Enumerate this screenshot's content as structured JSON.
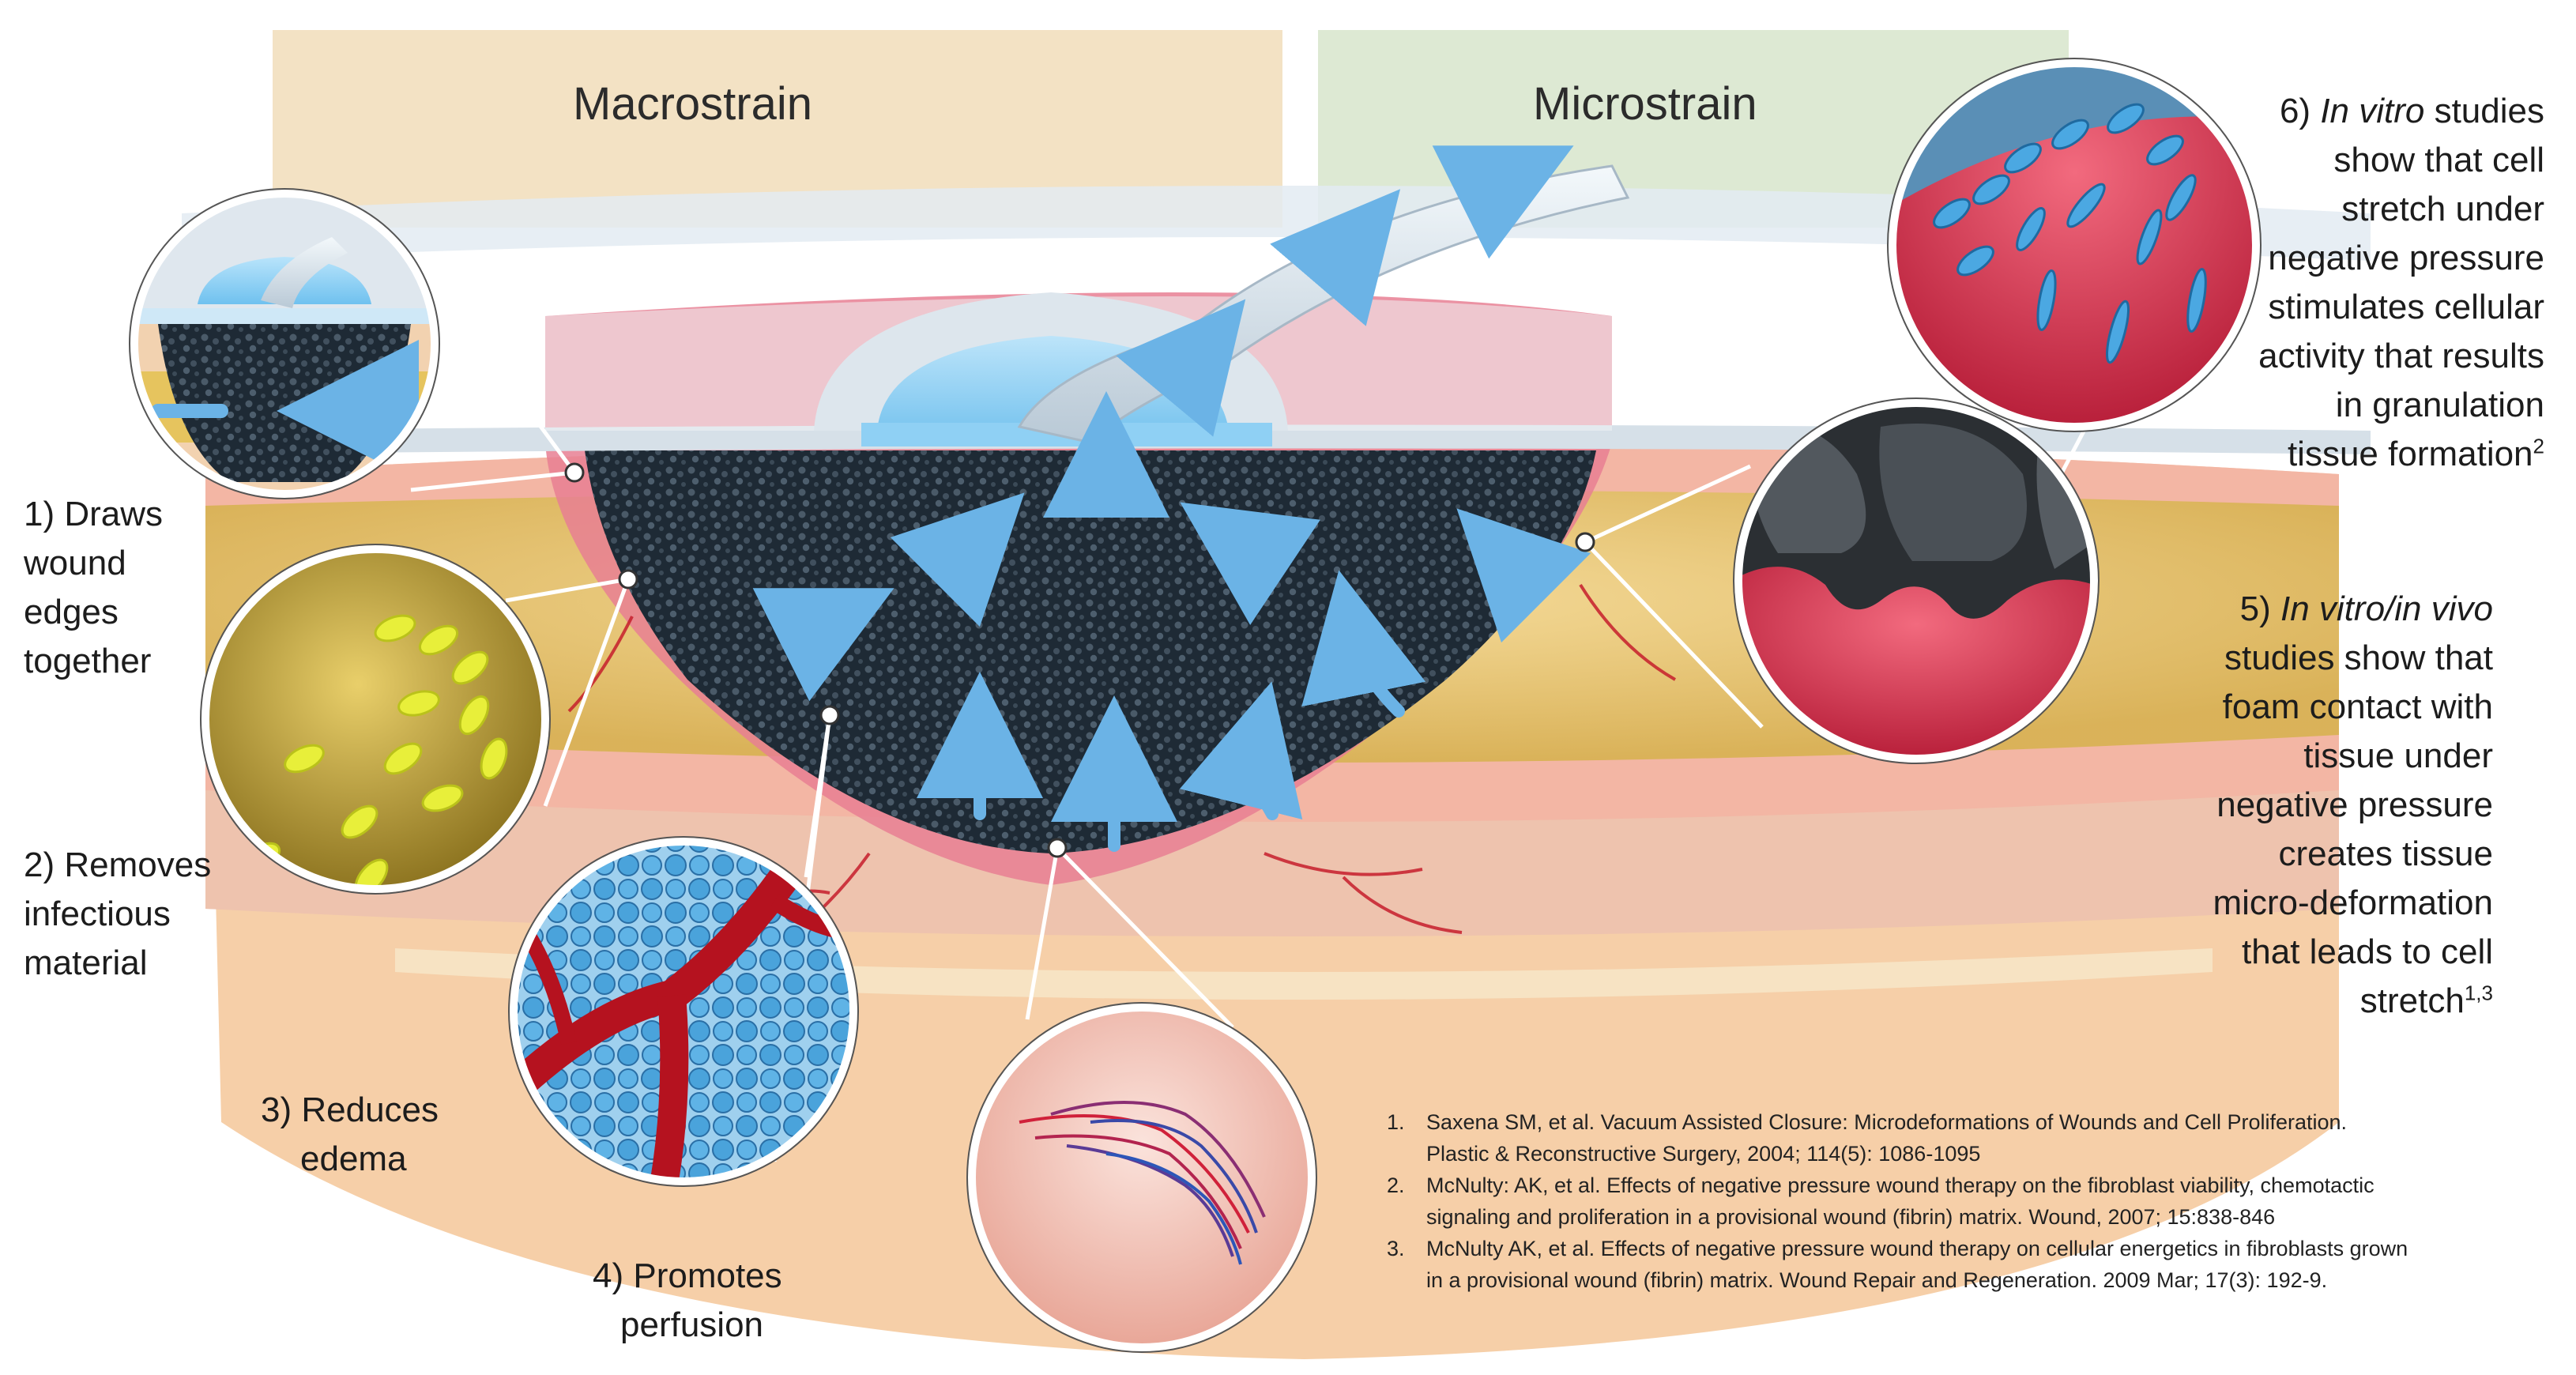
{
  "headers": {
    "left": "Macrostrain",
    "right": "Microstrain"
  },
  "callouts": [
    {
      "id": "1",
      "lines": [
        "1) Draws",
        "wound",
        "edges",
        "together"
      ]
    },
    {
      "id": "2",
      "lines": [
        "2) Removes",
        "infectious",
        "material"
      ]
    },
    {
      "id": "3",
      "lines": [
        "3) Reduces",
        "edema"
      ]
    },
    {
      "id": "4",
      "lines": [
        "4) Promotes",
        "perfusion"
      ]
    },
    {
      "id": "5",
      "prefix": "5) ",
      "italic": "In vitro/in vivo",
      "lines": [
        "studies show that",
        "foam contact with",
        "tissue under",
        "negative pressure",
        "creates tissue",
        "micro-deformation",
        "that leads to cell"
      ],
      "last": "stretch",
      "sup": "1,3"
    },
    {
      "id": "6",
      "prefix": "6) ",
      "italic": "In vitro",
      "suffix": " studies",
      "lines": [
        "show that cell",
        "stretch under",
        "negative pressure",
        "stimulates cellular",
        "activity that results",
        "in granulation"
      ],
      "last": "tissue formation",
      "sup": "2"
    }
  ],
  "references": [
    {
      "n": "1.",
      "lines": [
        "Saxena SM, et al. Vacuum Assisted Closure: Microdeformations of Wounds and Cell Proliferation.",
        "Plastic & Reconstructive Surgery, 2004; 114(5): 1086-1095"
      ]
    },
    {
      "n": "2.",
      "lines": [
        "McNulty: AK, et al. Effects of negative pressure wound therapy on the fibroblast viability, chemotactic",
        "signaling and proliferation in a provisional wound (fibrin) matrix. Wound, 2007; 15:838-846"
      ]
    },
    {
      "n": "3.",
      "lines": [
        "McNulty AK, et al. Effects of negative pressure wound therapy on cellular energetics in fibroblasts grown",
        "in a provisional wound (fibrin) matrix. Wound Repair and Regeneration. 2009 Mar; 17(3): 192-9."
      ]
    }
  ],
  "colors": {
    "macro_panel": "#f3e2c4",
    "micro_panel": "#dde9d3",
    "foam": "#23313d",
    "wound_edge": "#e88a9a",
    "dermis": "#f0b3a4",
    "fat": "#eed07a",
    "muscle": "#f3c1a0",
    "drape": "#dfe7ee",
    "tube": "#e3edf4",
    "arrow": "#5ea4dd",
    "vessel": "#c61d2b"
  },
  "icons": [
    "macrostrain-inset",
    "bacteria-inset",
    "edema-cells-inset",
    "perfusion-vessels-inset",
    "foam-microdeformation-inset",
    "cell-stretch-inset"
  ]
}
